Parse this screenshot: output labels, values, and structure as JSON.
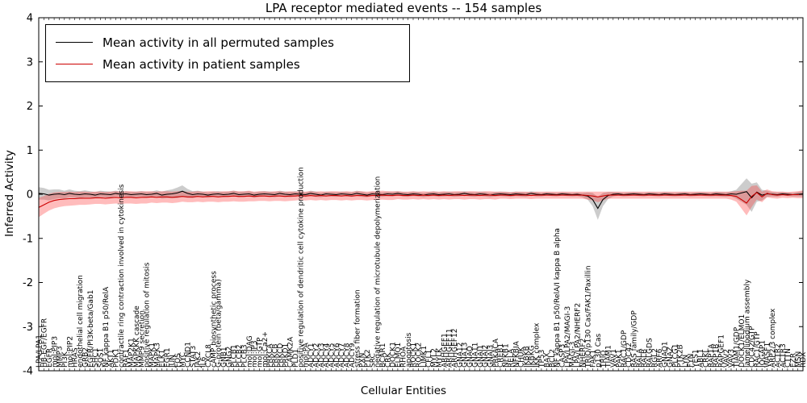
{
  "figure": {
    "title": "LPA receptor mediated events -- 154 samples",
    "xlabel": "Cellular Entities",
    "ylabel": "Inferred Activity"
  },
  "legend": {
    "entries": [
      {
        "label": "Mean activity in all permuted samples",
        "color": "#000000"
      },
      {
        "label": "Mean activity in patient samples",
        "color": "#cc0000"
      }
    ]
  },
  "chart_data": {
    "type": "line",
    "title": "LPA receptor mediated events -- 154 samples",
    "xlabel": "Cellular Entities",
    "ylabel": "Inferred Activity",
    "ylim": [
      -4,
      4
    ],
    "yticks": [
      -4,
      -3,
      -2,
      -1,
      0,
      1,
      2,
      3,
      4
    ],
    "grid": false,
    "legend_position": "upper left",
    "categories": [
      "LPA/LPA1",
      "HB-EGF/EGFR",
      "EGFR",
      "mol:PIP3",
      "MMP3",
      "PI3K",
      "mol:PIP2",
      "HRAS",
      "endothelial cell migration",
      "GRB2",
      "EGFR/PI3K-beta/Gab1",
      "SHC1",
      "SOS1",
      "NF kappa B1 p50/RelA",
      "AKT1",
      "PDK1",
      "contractile ring contraction involved in cytokinesis",
      "RAF1",
      "MAP2K1",
      "MAPKKK cascade",
      "MMP9 secretion",
      "positive regulation of mitosis",
      "MAPK1",
      "MAPK3",
      "ELK1",
      "EGR1",
      "JUN",
      "FOS",
      "MYC",
      "CCND1",
      "STAT3",
      "JAK2",
      "IL6",
      "CXCL8",
      "cAMP biosynthetic process",
      "G-protein (beta/gamma)",
      "GNB1",
      "GNG2",
      "PLCB1",
      "PLCB2",
      "PLCB3",
      "mol:DAG",
      "mol:IP3",
      "mol:GTP",
      "mol:Ca2+",
      "PRKCA",
      "PRKCB",
      "PRKCD",
      "PRKD1",
      "CAMK2A",
      "PLD1",
      "positive regulation of dendritic cell cytokine production",
      "mol:PA",
      "ADCY1",
      "ADCY2",
      "ADCY3",
      "ADCY4",
      "ADCY5",
      "ADCY6",
      "ADCY7",
      "ADCY8",
      "ADCY9",
      "stress fiber formation",
      "PXN",
      "PTK2",
      "SRC",
      "negative regulation of microtubule depolymerization",
      "BCAR1",
      "CRK",
      "DOCK1",
      "ELMO1",
      "RHOA",
      "apoptosis",
      "ROCK1",
      "ROCK2",
      "LIMK1",
      "CFL1",
      "MYL2",
      "MYLK",
      "ARHGEF1",
      "ARHGEF11",
      "ARHGEF12",
      "GNA12",
      "GNA13",
      "GNAQ",
      "GNA11",
      "GNAI1",
      "GNAI2",
      "GNAI3",
      "PRKACA",
      "CREB1",
      "NFKB1",
      "RELA",
      "NFKBIA",
      "CHUK",
      "IKBKB",
      "IKBKG",
      "IKK complex",
      "TP53",
      "BAX",
      "BCL2",
      "NF kappa B1 p50/RelA/I kappa B alpha",
      "CASP3",
      "LPA/LPA2/MAGI-3",
      "MAGI-3",
      "LPA/LPA2/NHERF2",
      "NHERF2",
      "TRIO/p130 Cas/FAK1/Paxillin",
      "FAK1",
      "p130 Cas",
      "TRIO",
      "TIAM1",
      "VAV1",
      "PAK1",
      "RAC1/GDP",
      "CDC42",
      "RAS family/GDP",
      "RALA",
      "RALB",
      "RALGDS",
      "RGL2",
      "ARF6",
      "GNAO1",
      "GNAZ",
      "PLCG1",
      "PTK2B",
      "LYN",
      "FYN",
      "YES1",
      "ABL1",
      "CRKL",
      "RAP1A",
      "RAP1B",
      "RAPGEF1",
      "VAV2",
      "VAV3",
      "TIAM1/GDP",
      "DOCK1/ELMO1",
      "lamellipodium assembly",
      "CDC42/GTP",
      "RAC1/GTP",
      "IQGAP1",
      "WASF1",
      "ARP2/3 complex",
      "ACTR2",
      "ACTR3",
      "CTTN",
      "EZR",
      "MSN",
      "RDX"
    ],
    "series": [
      {
        "name": "Mean activity in all permuted samples",
        "color": "#000000",
        "band_color": "#999999",
        "band_opacity": 0.5,
        "values": [
          0.02,
          0.01,
          -0.02,
          0,
          0.01,
          -0.01,
          0.02,
          0,
          -0.01,
          0.01,
          0,
          -0.02,
          0.01,
          0,
          -0.01,
          0.02,
          0,
          0.01,
          -0.01,
          0,
          0.01,
          -0.01,
          0,
          0.02,
          -0.02,
          0,
          0.01,
          0.03,
          0.07,
          0.02,
          -0.01,
          0.01,
          0,
          -0.02,
          0,
          0.01,
          -0.01,
          0,
          0.02,
          -0.01,
          0,
          0.01,
          -0.02,
          0,
          0.01,
          0,
          -0.01,
          0.02,
          0,
          -0.01,
          0.01,
          0,
          -0.01,
          0.02,
          0,
          -0.02,
          0.01,
          0,
          -0.01,
          0.01,
          0,
          -0.01,
          0.02,
          0,
          -0.02,
          0.01,
          0,
          -0.01,
          0.01,
          0,
          0.02,
          0,
          -0.01,
          0.01,
          0,
          -0.02,
          0,
          0.01,
          -0.01,
          0,
          0.01,
          -0.01,
          0,
          0.02,
          0,
          -0.01,
          0.01,
          0,
          -0.02,
          0,
          0.01,
          0,
          -0.01,
          0.01,
          0,
          -0.01,
          0.02,
          0,
          -0.01,
          0.01,
          0,
          -0.01,
          0.01,
          0,
          -0.01,
          0,
          -0.02,
          -0.04,
          -0.12,
          -0.32,
          -0.12,
          -0.03,
          0,
          0.01,
          -0.01,
          0,
          0.01,
          0,
          -0.01,
          0.01,
          0,
          -0.01,
          0.01,
          0,
          -0.01,
          0,
          0.01,
          -0.01,
          0,
          0.01,
          0,
          -0.01,
          0.01,
          0,
          -0.01,
          0.01,
          0,
          0.03,
          0.06,
          -0.08,
          0.05,
          -0.02,
          0.01,
          0,
          -0.01,
          0.01,
          0,
          -0.01,
          0,
          0.01
        ],
        "band_halfwidth": [
          0.14,
          0.13,
          0.12,
          0.11,
          0.1,
          0.09,
          0.09,
          0.08,
          0.08,
          0.08,
          0.07,
          0.07,
          0.07,
          0.07,
          0.07,
          0.06,
          0.06,
          0.06,
          0.06,
          0.06,
          0.06,
          0.06,
          0.06,
          0.07,
          0.08,
          0.09,
          0.1,
          0.12,
          0.13,
          0.1,
          0.08,
          0.07,
          0.06,
          0.06,
          0.06,
          0.06,
          0.06,
          0.06,
          0.06,
          0.06,
          0.06,
          0.06,
          0.06,
          0.06,
          0.06,
          0.06,
          0.06,
          0.06,
          0.06,
          0.06,
          0.06,
          0.05,
          0.05,
          0.06,
          0.06,
          0.05,
          0.05,
          0.05,
          0.05,
          0.05,
          0.05,
          0.05,
          0.06,
          0.06,
          0.05,
          0.05,
          0.05,
          0.05,
          0.05,
          0.05,
          0.05,
          0.05,
          0.05,
          0.05,
          0.05,
          0.05,
          0.05,
          0.05,
          0.05,
          0.05,
          0.05,
          0.05,
          0.05,
          0.05,
          0.05,
          0.05,
          0.05,
          0.05,
          0.05,
          0.05,
          0.05,
          0.05,
          0.05,
          0.05,
          0.05,
          0.05,
          0.05,
          0.05,
          0.04,
          0.04,
          0.04,
          0.04,
          0.04,
          0.04,
          0.04,
          0.04,
          0.05,
          0.08,
          0.15,
          0.26,
          0.15,
          0.08,
          0.05,
          0.04,
          0.04,
          0.04,
          0.04,
          0.04,
          0.04,
          0.04,
          0.04,
          0.04,
          0.04,
          0.04,
          0.04,
          0.04,
          0.04,
          0.04,
          0.04,
          0.04,
          0.04,
          0.04,
          0.05,
          0.05,
          0.05,
          0.06,
          0.1,
          0.2,
          0.3,
          0.32,
          0.22,
          0.12,
          0.07,
          0.05,
          0.05,
          0.04,
          0.04,
          0.04,
          0.05,
          0.06
        ]
      },
      {
        "name": "Mean activity in patient samples",
        "color": "#cc0000",
        "band_color": "#ff3030",
        "band_opacity": 0.32,
        "values": [
          -0.3,
          -0.24,
          -0.18,
          -0.14,
          -0.12,
          -0.11,
          -0.1,
          -0.1,
          -0.09,
          -0.09,
          -0.09,
          -0.08,
          -0.08,
          -0.09,
          -0.08,
          -0.07,
          -0.08,
          -0.07,
          -0.07,
          -0.08,
          -0.07,
          -0.07,
          -0.06,
          -0.07,
          -0.06,
          -0.06,
          -0.07,
          -0.06,
          -0.05,
          -0.06,
          -0.06,
          -0.05,
          -0.06,
          -0.05,
          -0.05,
          -0.06,
          -0.05,
          -0.05,
          -0.04,
          -0.05,
          -0.05,
          -0.04,
          -0.05,
          -0.04,
          -0.04,
          -0.05,
          -0.04,
          -0.04,
          -0.05,
          -0.04,
          -0.04,
          -0.03,
          -0.04,
          -0.03,
          -0.04,
          -0.03,
          -0.04,
          -0.03,
          -0.03,
          -0.04,
          -0.03,
          -0.04,
          -0.03,
          -0.03,
          -0.04,
          -0.03,
          -0.03,
          -0.02,
          -0.03,
          -0.03,
          -0.02,
          -0.03,
          -0.03,
          -0.02,
          -0.03,
          -0.02,
          -0.03,
          -0.02,
          -0.03,
          -0.02,
          -0.03,
          -0.02,
          -0.02,
          -0.03,
          -0.02,
          -0.02,
          -0.03,
          -0.02,
          -0.02,
          -0.03,
          -0.02,
          -0.02,
          -0.03,
          -0.02,
          -0.02,
          -0.02,
          -0.03,
          -0.02,
          -0.02,
          -0.02,
          -0.02,
          -0.02,
          -0.02,
          -0.02,
          -0.02,
          -0.02,
          -0.02,
          -0.03,
          -0.04,
          -0.06,
          -0.04,
          -0.02,
          -0.02,
          -0.02,
          -0.02,
          -0.02,
          -0.02,
          -0.02,
          -0.02,
          -0.02,
          -0.02,
          -0.02,
          -0.02,
          -0.02,
          -0.02,
          -0.02,
          -0.02,
          -0.02,
          -0.02,
          -0.02,
          -0.02,
          -0.02,
          -0.02,
          -0.02,
          -0.02,
          -0.03,
          -0.05,
          -0.12,
          -0.2,
          -0.05,
          0.04,
          -0.06,
          0.02,
          -0.01,
          -0.02,
          -0.01,
          -0.02,
          -0.01,
          -0.01,
          0
        ],
        "band_halfwidth": [
          0.22,
          0.2,
          0.19,
          0.18,
          0.17,
          0.16,
          0.16,
          0.15,
          0.15,
          0.15,
          0.14,
          0.14,
          0.14,
          0.14,
          0.14,
          0.14,
          0.14,
          0.14,
          0.14,
          0.14,
          0.14,
          0.14,
          0.13,
          0.13,
          0.13,
          0.13,
          0.13,
          0.13,
          0.12,
          0.12,
          0.12,
          0.12,
          0.12,
          0.12,
          0.12,
          0.12,
          0.12,
          0.12,
          0.12,
          0.12,
          0.12,
          0.12,
          0.11,
          0.11,
          0.11,
          0.11,
          0.11,
          0.11,
          0.11,
          0.11,
          0.1,
          0.1,
          0.1,
          0.1,
          0.1,
          0.1,
          0.1,
          0.1,
          0.1,
          0.1,
          0.1,
          0.1,
          0.1,
          0.1,
          0.1,
          0.1,
          0.1,
          0.1,
          0.1,
          0.1,
          0.09,
          0.09,
          0.09,
          0.09,
          0.09,
          0.09,
          0.09,
          0.09,
          0.09,
          0.09,
          0.09,
          0.09,
          0.09,
          0.09,
          0.09,
          0.09,
          0.09,
          0.09,
          0.09,
          0.09,
          0.08,
          0.08,
          0.08,
          0.08,
          0.08,
          0.08,
          0.08,
          0.08,
          0.08,
          0.08,
          0.08,
          0.08,
          0.08,
          0.08,
          0.08,
          0.08,
          0.08,
          0.09,
          0.1,
          0.12,
          0.1,
          0.08,
          0.08,
          0.08,
          0.08,
          0.08,
          0.08,
          0.08,
          0.08,
          0.08,
          0.08,
          0.08,
          0.08,
          0.08,
          0.08,
          0.08,
          0.08,
          0.08,
          0.08,
          0.08,
          0.08,
          0.08,
          0.08,
          0.08,
          0.08,
          0.09,
          0.12,
          0.2,
          0.28,
          0.24,
          0.16,
          0.12,
          0.09,
          0.08,
          0.08,
          0.07,
          0.07,
          0.07,
          0.08,
          0.09
        ]
      }
    ]
  }
}
